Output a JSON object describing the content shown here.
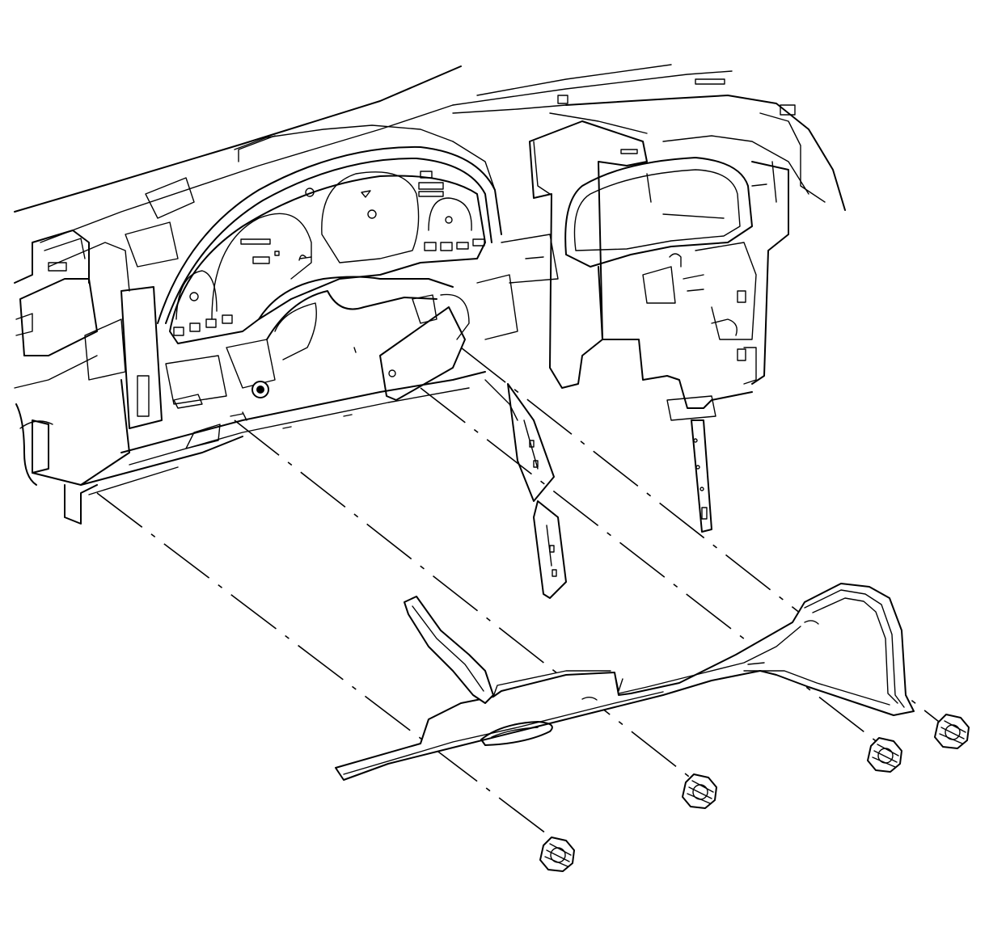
{
  "figure": {
    "subject": "",
    "parts": [
      {
        "name": "instrument-panel-assembly"
      },
      {
        "name": "instrument-cluster-gauges"
      },
      {
        "name": "instrument-cluster-bezel"
      },
      {
        "name": "lower-trim-panel"
      },
      {
        "name": "bolt-1"
      },
      {
        "name": "bolt-2"
      },
      {
        "name": "bolt-3"
      },
      {
        "name": "bolt-4"
      }
    ],
    "colors": {
      "line": "#000000",
      "background": "#ffffff"
    }
  }
}
